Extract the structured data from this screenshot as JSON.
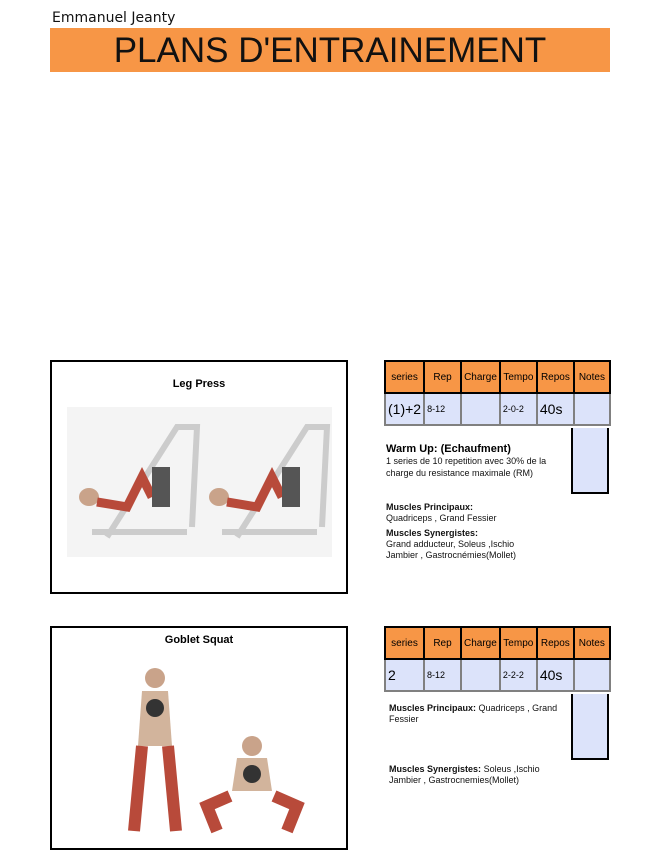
{
  "author": "Emmanuel Jeanty",
  "title": "PLANS D'ENTRAINEMENT",
  "headers": [
    "series",
    "Rep",
    "Charge",
    "Tempo",
    "Repos",
    "Notes"
  ],
  "exercises": [
    {
      "name": "Leg Press",
      "series": "(1)+2",
      "rep": "8-12",
      "charge": "",
      "tempo": "2-0-2",
      "repos": "40s",
      "notes": "",
      "warmup_title": "Warm Up: (Echaufment)",
      "warmup_text": "1 series de 10 repetition avec 30% de la charge du resistance maximale (RM)",
      "principaux_label": "Muscles Principaux:",
      "principaux": "Quadriceps , Grand Fessier",
      "synergistes_label": "Muscles Synergistes:",
      "synergistes": "Grand adducteur, Soleus ,Ischio Jambier , Gastrocnémies(Mollet)"
    },
    {
      "name": "Goblet Squat",
      "series": "2",
      "rep": "8-12",
      "charge": "",
      "tempo": "2-2-2",
      "repos": "40s",
      "notes": "",
      "principaux_label": "Muscles Principaux:",
      "principaux": "Quadriceps , Grand Fessier",
      "synergistes_label": "Muscles Synergistes:",
      "synergistes": "Soleus ,Ischio Jambier , Gastrocnemies(Mollet)"
    }
  ],
  "colors": {
    "accent": "#F79646",
    "cell": "#DCE3FA"
  }
}
